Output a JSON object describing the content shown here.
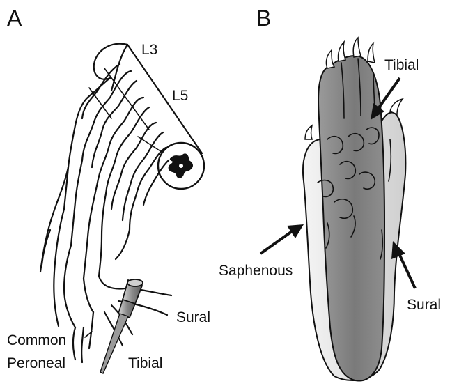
{
  "panels": {
    "a": {
      "letter": "A",
      "labels": {
        "l3": "L3",
        "l5": "L5",
        "sural": "Sural",
        "common": "Common",
        "peroneal": "Peroneal",
        "tibial": "Tibial"
      }
    },
    "b": {
      "letter": "B",
      "labels": {
        "tibial": "Tibial",
        "saphenous": "Saphenous",
        "sural": "Sural"
      }
    }
  },
  "colors": {
    "ink": "#111111",
    "paw_dark": "#7d7d7d",
    "paw_mid": "#a9a9a9",
    "paw_light": "#e8e8e8"
  }
}
